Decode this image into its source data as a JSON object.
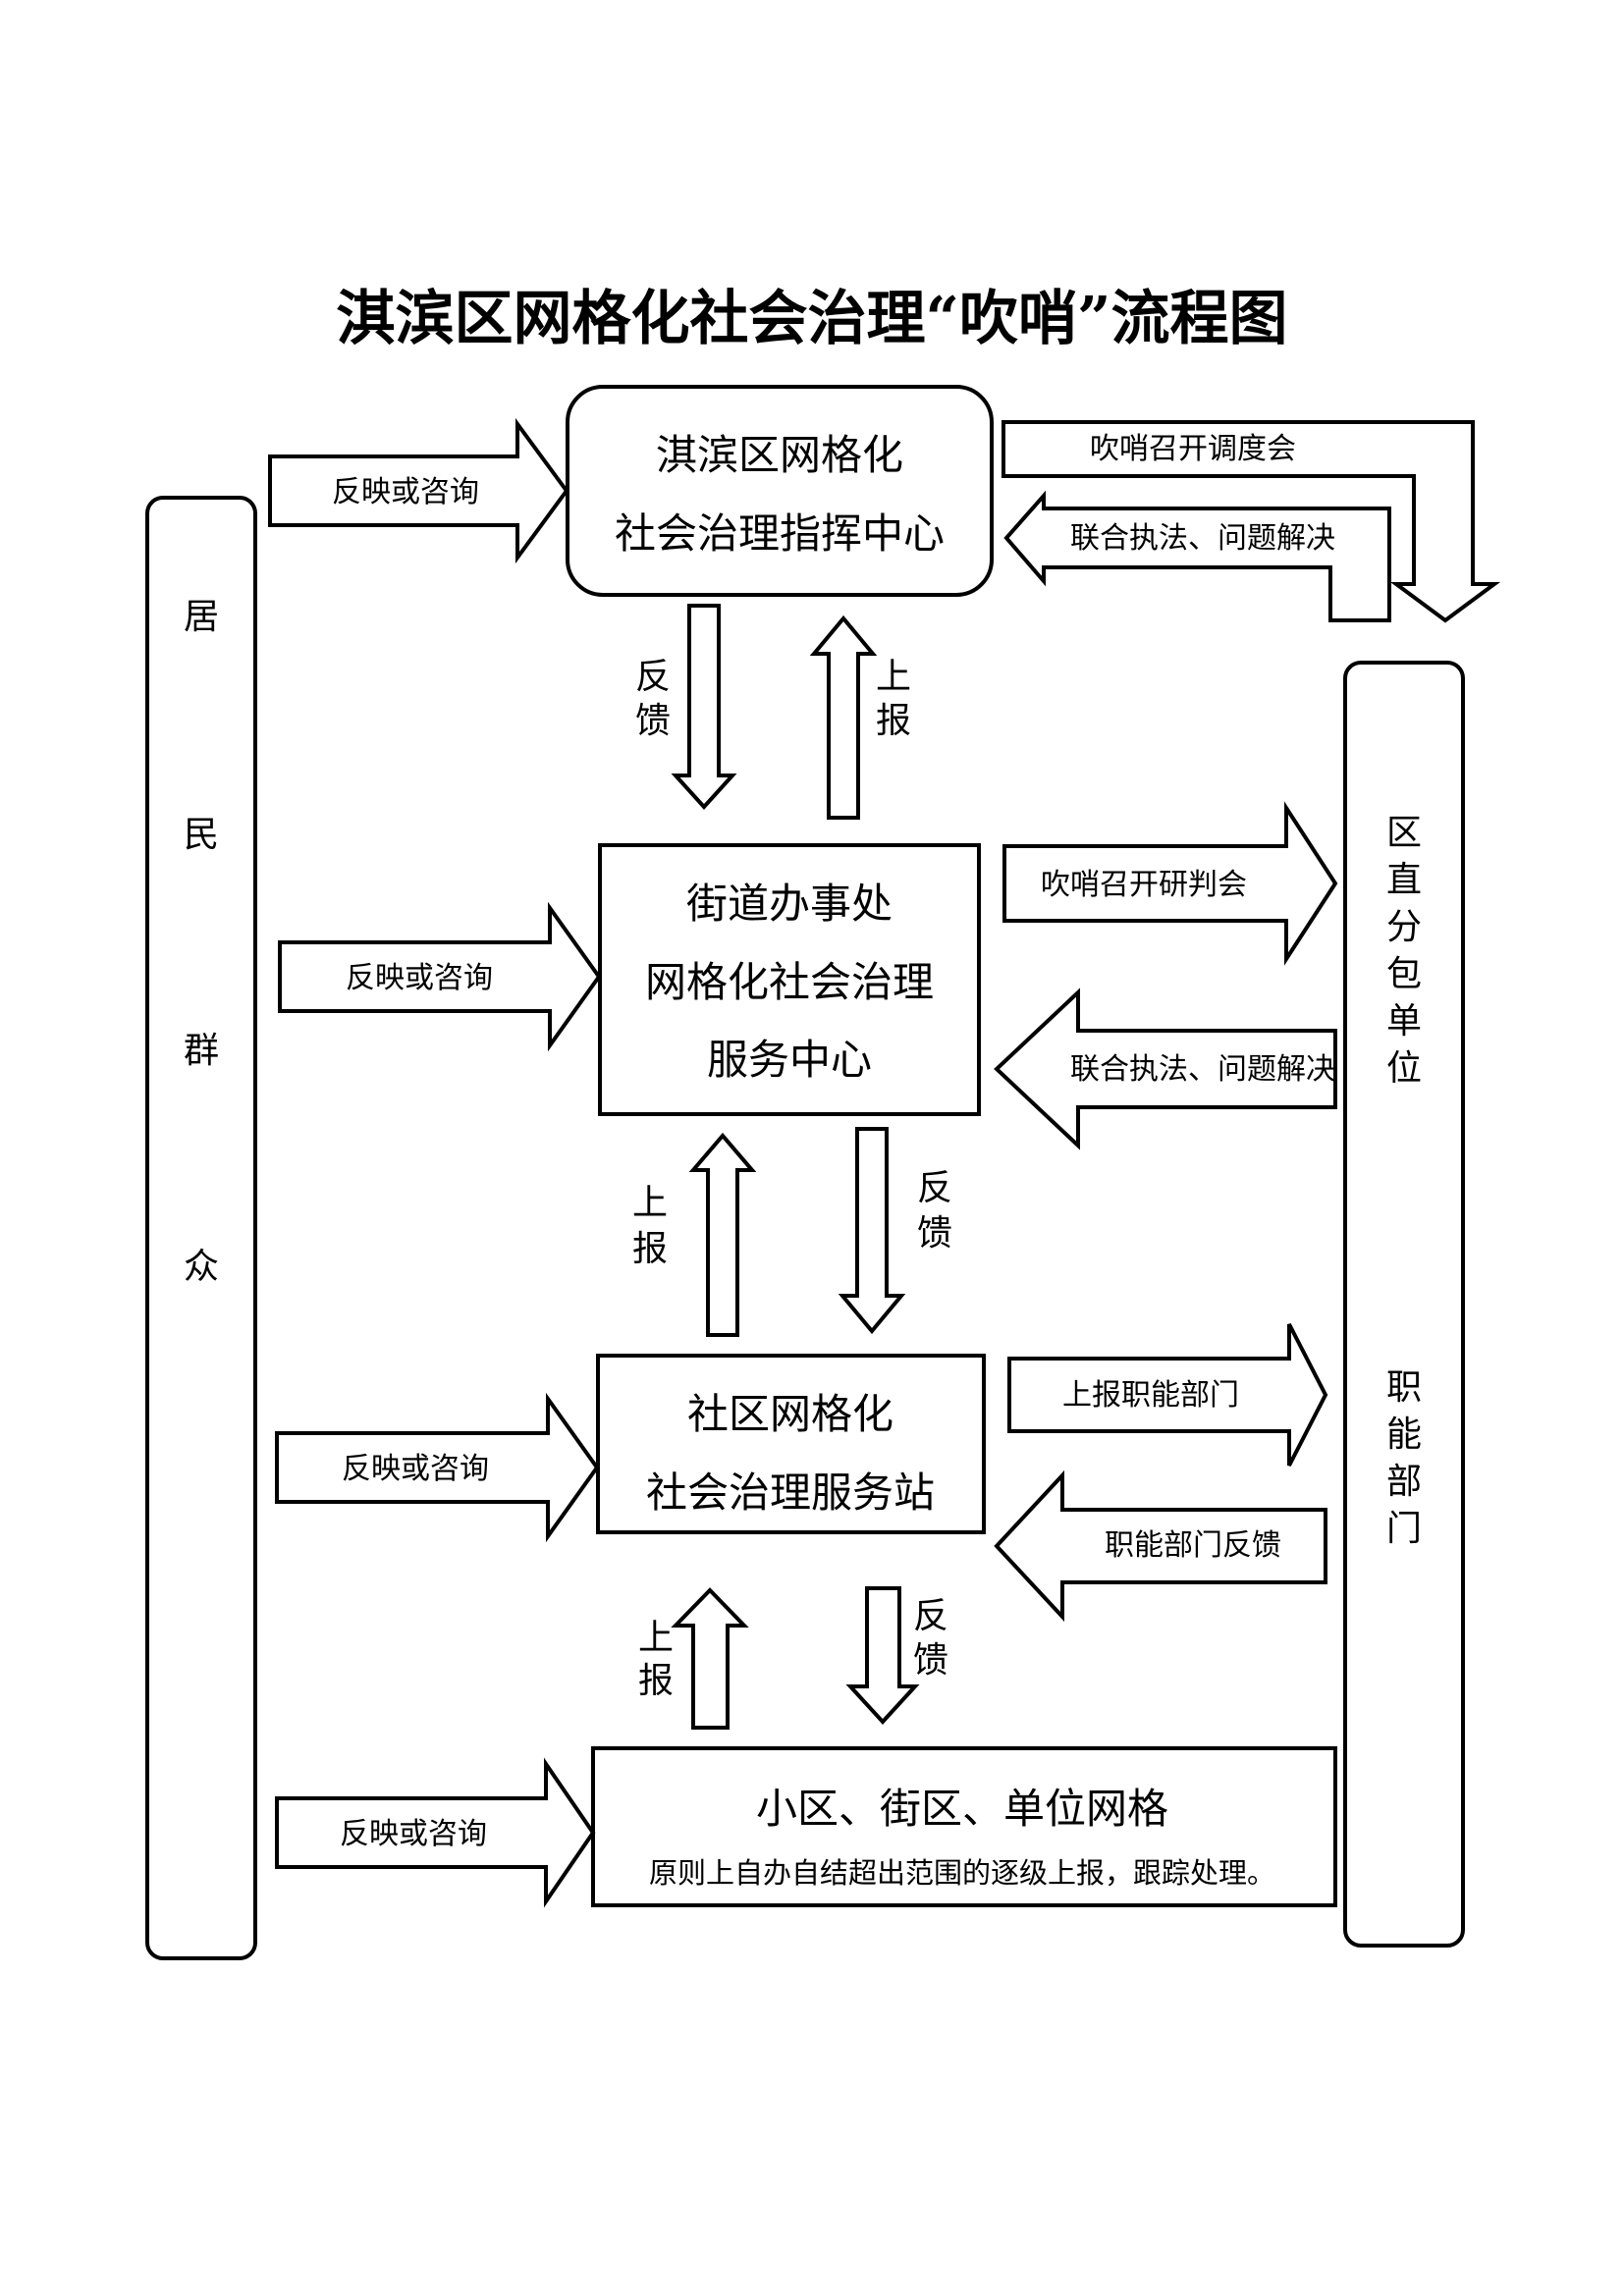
{
  "title": "淇滨区网格化社会治理“吹哨”流程图",
  "side_left": {
    "label_chars": [
      "居",
      "民",
      "群",
      "众"
    ]
  },
  "side_right": {
    "group1_chars": [
      "区",
      "直",
      "分",
      "包",
      "单",
      "位"
    ],
    "group2_chars": [
      "职",
      "能",
      "部",
      "门"
    ]
  },
  "nodes": {
    "command_center": {
      "lines": [
        "淇滨区网格化",
        "社会治理指挥中心"
      ]
    },
    "street_center": {
      "lines": [
        "街道办事处",
        "网格化社会治理",
        "服务中心"
      ]
    },
    "community_station": {
      "lines": [
        "社区网格化",
        "社会治理服务站"
      ]
    },
    "grid": {
      "lines": [
        "小区、街区、单位网格"
      ],
      "note": "原则上自办自结超出范围的逐级上报，跟踪处理。"
    }
  },
  "arrows": {
    "consult_1": "反映或咨询",
    "consult_2": "反映或咨询",
    "consult_3": "反映或咨询",
    "consult_4": "反映或咨询",
    "whistle_dispatch": "吹哨召开调度会",
    "joint_enforce_1": "联合执法、问题解决",
    "whistle_research": "吹哨召开研判会",
    "joint_enforce_2": "联合执法、问题解决",
    "report_dept": "上报职能部门",
    "dept_feedback": "职能部门反馈",
    "feedback_1": [
      "反",
      "馈"
    ],
    "report_1": [
      "上",
      "报"
    ],
    "report_2": [
      "上",
      "报"
    ],
    "feedback_2": [
      "反",
      "馈"
    ],
    "report_3": [
      "上",
      "报"
    ],
    "feedback_3": [
      "反",
      "馈"
    ]
  }
}
